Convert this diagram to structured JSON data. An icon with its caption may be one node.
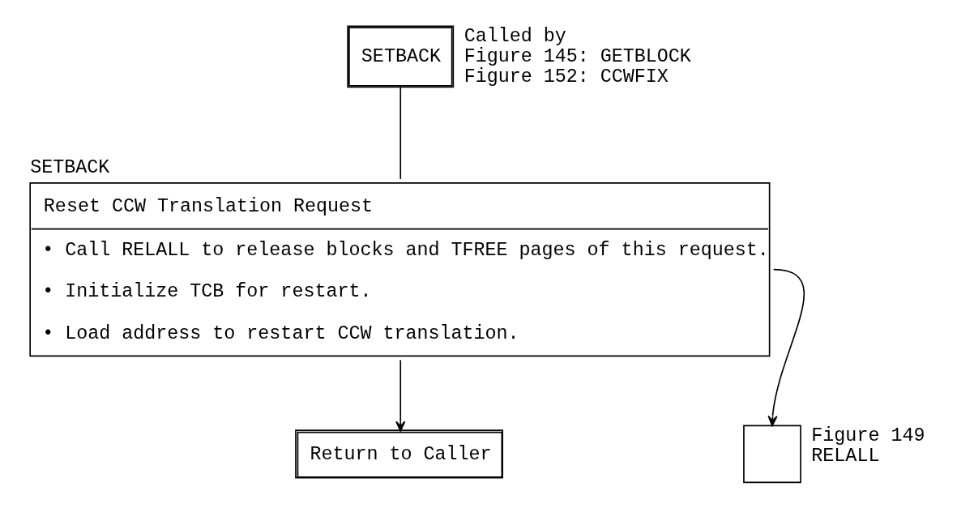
{
  "diagram": {
    "nodes": [
      {
        "text": [
          "SETBACK"
        ],
        "beside": [
          "Called by",
          "Figure 145: GETBLOCK",
          "Figure 152: CCWFIX"
        ]
      },
      {
        "text": [
          "SETBACK",
          "Reset CCW Translation Request",
          "• Call RELALL to release blocks and TFREE pages of this request.",
          "• Initialize TCB for restart.",
          "• Load address to restart CCW translation."
        ]
      },
      {
        "text": [],
        "shape": "box",
        "beside": [
          "Figure 149",
          "RELALL"
        ]
      },
      {
        "text": [
          "Return to Caller"
        ]
      }
    ],
    "edges": [
      {
        "from": 0,
        "to": 1,
        "arrow": "none"
      },
      {
        "from": 1,
        "to": 2,
        "arrow": "to"
      },
      {
        "from": 1,
        "to": 3,
        "arrow": "to"
      }
    ]
  }
}
